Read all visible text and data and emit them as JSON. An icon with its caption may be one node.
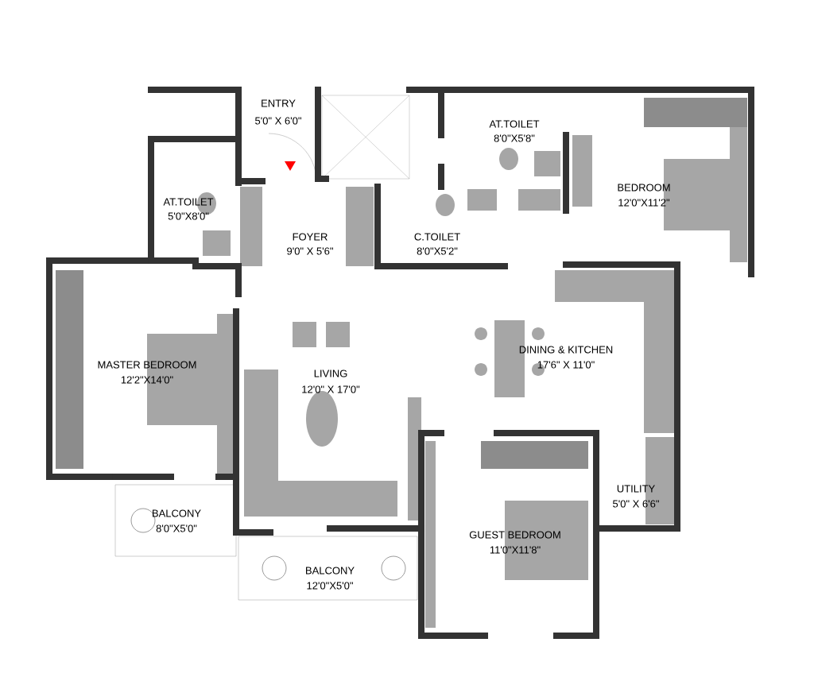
{
  "diagram": {
    "labels": [
      "ENTRY",
      "5'0\" X 6'0\"",
      "AT.TOILET",
      "8'0\"X5'8\"",
      "BEDROOM",
      "12'0\"X11'2\"",
      "AT.TOILET",
      "5'0\"X8'0\"",
      "FOYER",
      "9'0\" X 5'6\"",
      "C.TOILET",
      "8'0\"X5'2\"",
      "MASTER BEDROOM",
      "12'2\"X14'0\"",
      "DINING & KITCHEN",
      "17'6\" X 11'0\"",
      "LIVING",
      "12'0\" X 17'0\"",
      "UTILITY",
      "5'0\" X 6'6\"",
      "BALCONY",
      "8'0\"X5'0\"",
      "GUEST BEDROOM",
      "11'0\"X11'8\"",
      "BALCONY",
      "12'0\"X5'0\""
    ]
  }
}
